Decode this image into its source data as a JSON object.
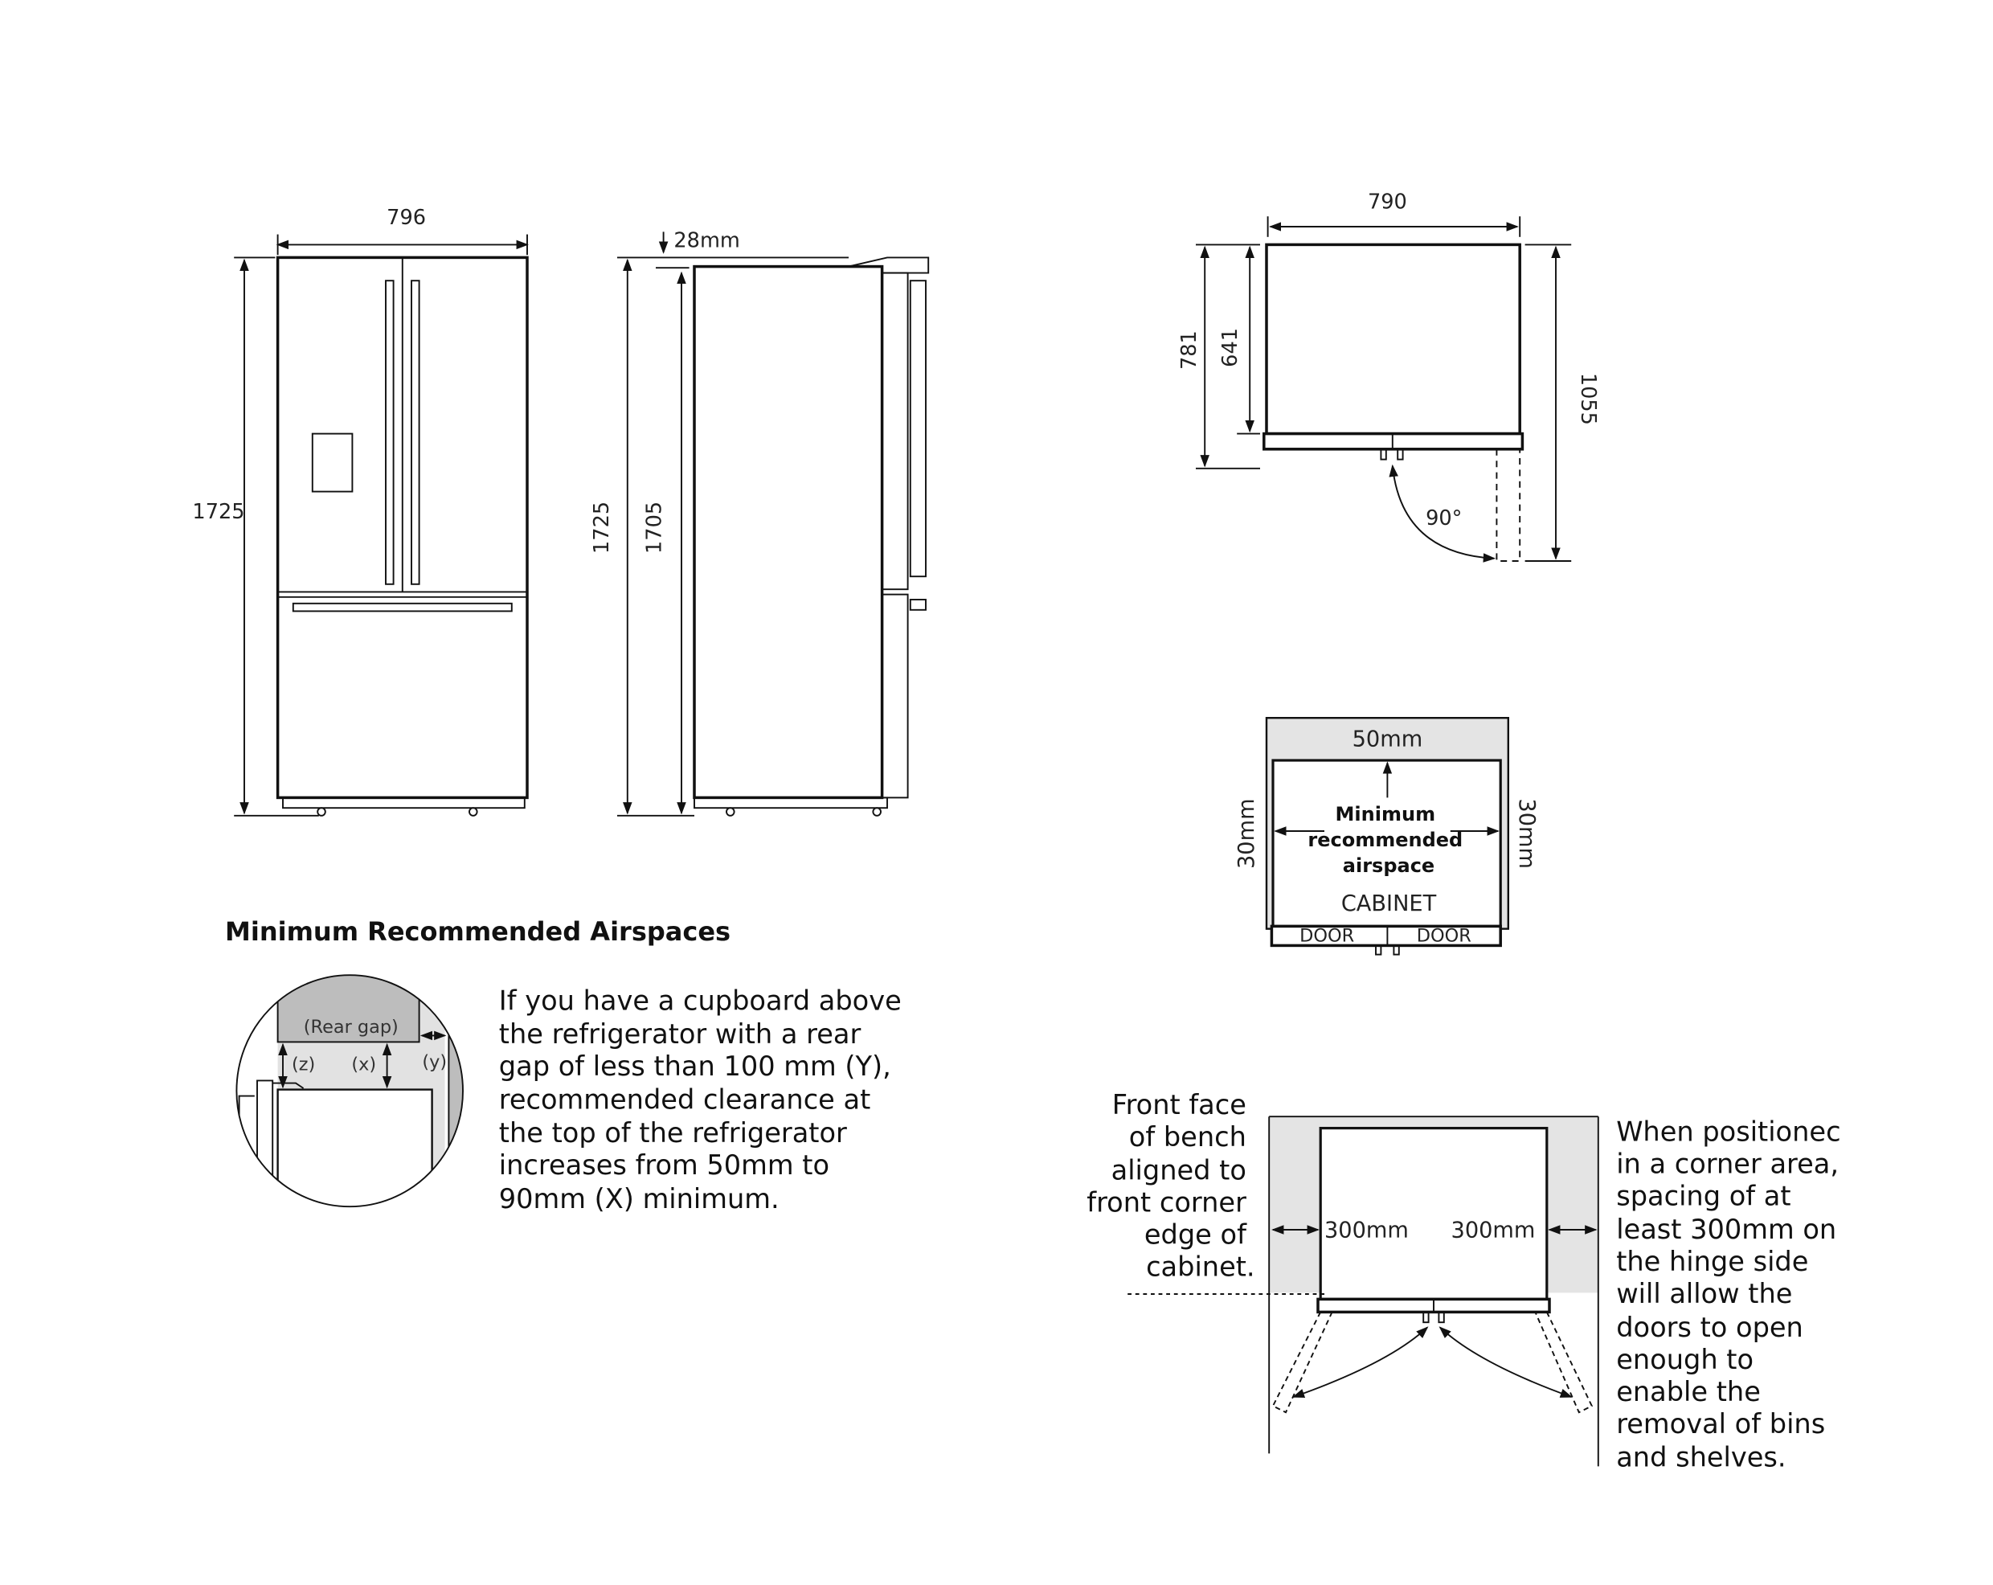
{
  "front_view": {
    "width": "796",
    "height": "1725"
  },
  "side_view": {
    "top_offset": "28mm",
    "height": "1725",
    "body_height": "1705"
  },
  "top_view": {
    "width": "790",
    "depth_total": "781",
    "depth_body": "641",
    "depth_open": "1055",
    "angle": "90°"
  },
  "airspace_diagram": {
    "top_gap": "50mm",
    "left_gap": "30mm",
    "right_gap": "30mm",
    "label_lines": [
      "Minimum",
      "recommended",
      "airspace"
    ],
    "cabinet": "CABINET",
    "door_left": "DOOR",
    "door_right": "DOOR"
  },
  "airspaces_section": {
    "title": "Minimum Recommended Airspaces",
    "detail_labels": {
      "rear_gap": "(Rear gap)",
      "z": "(z)",
      "x": "(x)",
      "y": "(y)"
    },
    "paragraph_lines": [
      "If you have a cupboard above",
      "the refrigerator with a rear",
      "gap of less than 100 mm (Y),",
      "recommended clearance at",
      "the top of the refrigerator",
      "increases from 50mm to",
      "90mm (X) minimum."
    ]
  },
  "corner_diagram": {
    "left_gap": "300mm",
    "right_gap": "300mm",
    "left_note_lines": [
      "Front face",
      "of bench",
      "aligned to",
      "front corner",
      "edge of",
      "cabinet."
    ],
    "right_note_lines": [
      "When positionec",
      "in a corner area,",
      "spacing of at",
      "least 300mm on",
      "the hinge side",
      "will allow the",
      "doors to open",
      "enough to",
      "enable the",
      "removal of bins",
      "and shelves."
    ]
  }
}
